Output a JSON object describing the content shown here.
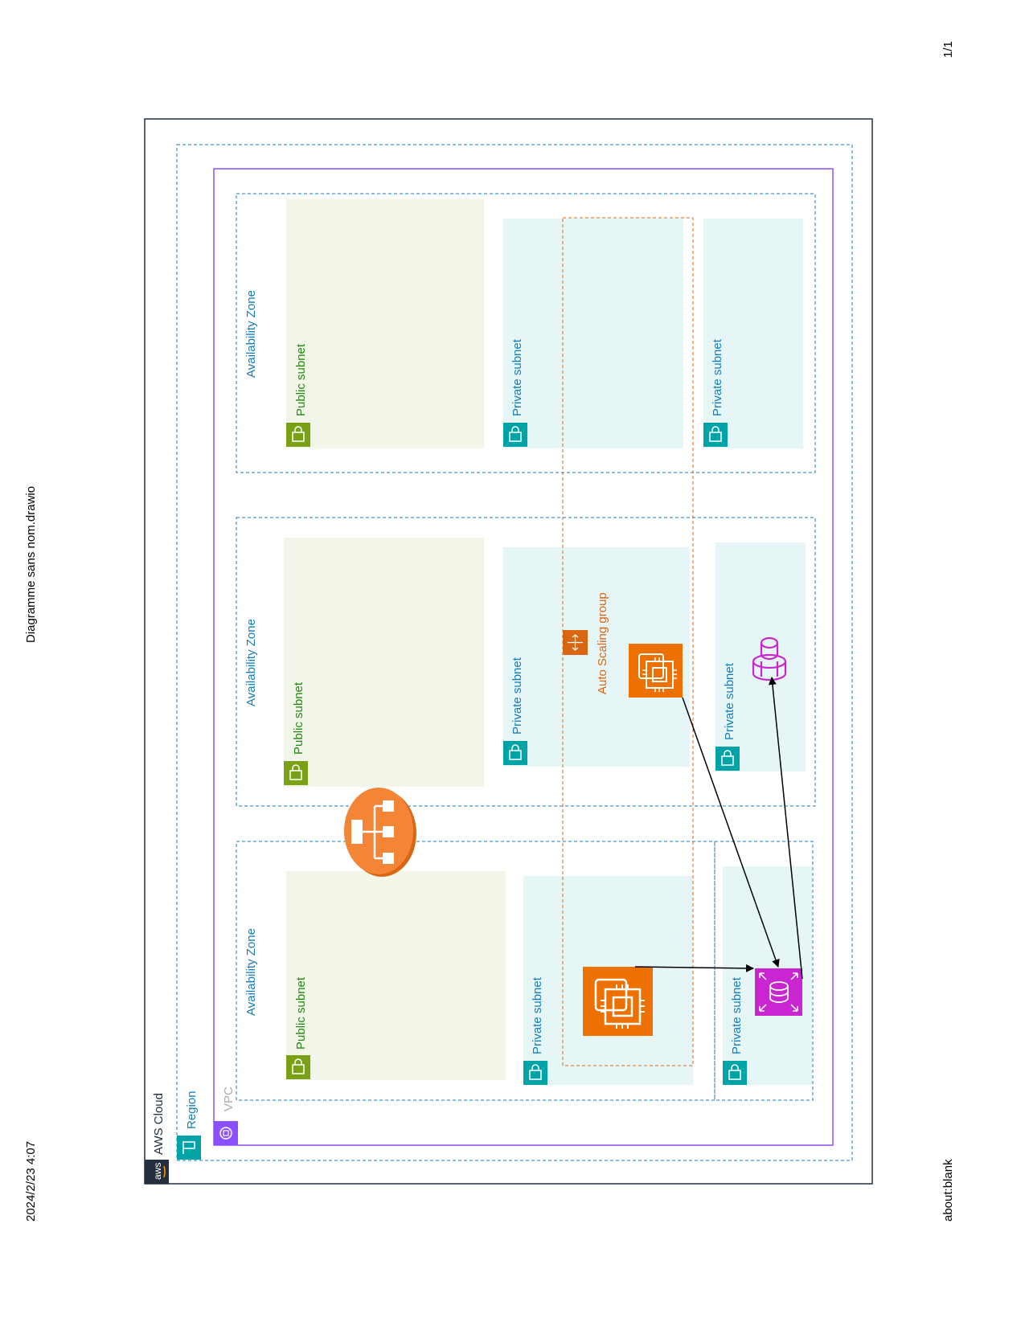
{
  "print_header": {
    "datetime": "‏4:07 2024/2/23",
    "document_title": "Diagramme sans nom.drawio",
    "page_count": "1/1",
    "url": "about:blank"
  },
  "diagram": {
    "aws_cloud_label": "AWS Cloud",
    "aws_logo_text": "aws",
    "region_label": "Region",
    "vpc_label": "VPC",
    "availability_zones": [
      {
        "label": "Availability Zone"
      },
      {
        "label": "Availability Zone"
      },
      {
        "label": "Availability Zone"
      }
    ],
    "public_subnet_label": "Public subnet",
    "private_subnet_label": "Private subnet",
    "auto_scaling_group_label": "Auto Scaling group",
    "colors": {
      "aws_cloud_border": "#232f3e",
      "region_border": "#147eba",
      "vpc_border": "#8c4fff",
      "az_border": "#147eba",
      "public_subnet_fill": "#f2f6e8",
      "public_subnet_accent": "#7aa116",
      "private_subnet_fill": "#e6f6f7",
      "private_subnet_accent": "#00a4a6",
      "auto_scaling_border": "#d86613",
      "ec2_fill": "#ed7100",
      "elb_fill": "#f58536",
      "database_fill": "#c925d1"
    },
    "icons": [
      "aws-logo-icon",
      "region-flag-icon",
      "vpc-cloud-icon",
      "lock-icon",
      "elastic-load-balancer-icon",
      "ec2-instance-icon",
      "auto-scaling-icon",
      "rds-proxy-icon",
      "database-icon"
    ]
  }
}
